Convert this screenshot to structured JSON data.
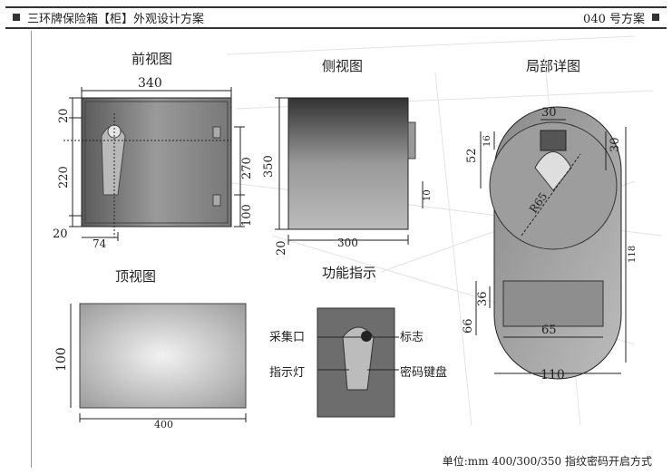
{
  "header": {
    "title": "三环牌保险箱【柜】外观设计方案",
    "plan_no": "040 号方案"
  },
  "views": {
    "front": "前视图",
    "side": "侧视图",
    "detail": "局部详图",
    "top": "顶视图",
    "function": "功能指示"
  },
  "front_dims": {
    "width": "340",
    "top": "20",
    "mid": "220",
    "bottom": "20",
    "right_upper": "270",
    "right_lower": "100",
    "bottom_offset": "74"
  },
  "side_dims": {
    "height": "350",
    "bottom": "20",
    "depth": "300",
    "right": "10"
  },
  "detail_dims": {
    "top_width": "30",
    "left_outer": "52",
    "left_inner": "16",
    "right": "30",
    "diagonal": "R65",
    "height": "118",
    "panel_a": "36",
    "panel_b": "66",
    "panel_width": "65",
    "bottom_width": "110"
  },
  "top_dims": {
    "height": "100",
    "width": "400"
  },
  "function_labels": {
    "sensor": "采集口",
    "logo": "标志",
    "indicator": "指示灯",
    "keypad": "密码键盘"
  },
  "footer": {
    "note": "单位:mm 400/300/350 指纹密码开启方式"
  },
  "colors": {
    "metal_dark": "#6f6f6f",
    "metal_light": "#c8c8c8",
    "line": "#222222"
  }
}
